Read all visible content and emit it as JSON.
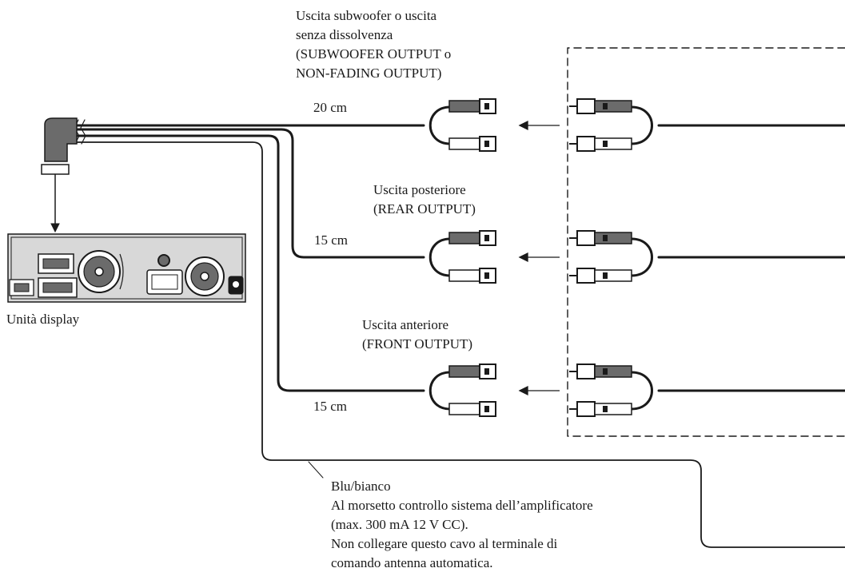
{
  "labels": {
    "subwoofer": [
      "Uscita subwoofer o uscita",
      "senza dissolvenza",
      "(SUBWOOFER OUTPUT o",
      "NON-FADING OUTPUT)"
    ],
    "rear": [
      "Uscita posteriore",
      "(REAR OUTPUT)"
    ],
    "front": [
      "Uscita anteriore",
      "(FRONT OUTPUT)"
    ],
    "display_unit": "Unità display",
    "lengths": {
      "subwoofer": "20 cm",
      "rear": "15 cm",
      "front": "15 cm"
    },
    "wire_note": [
      "Blu/bianco",
      "Al morsetto controllo sistema dell’amplificatore",
      "(max. 300 mA 12 V CC).",
      "Non collegare questo cavo al terminale di",
      "comando antenna automatica."
    ]
  },
  "colors": {
    "line": "#1a1a1a",
    "plug_dark": "#6b6b6b",
    "plug_light": "#ffffff"
  }
}
